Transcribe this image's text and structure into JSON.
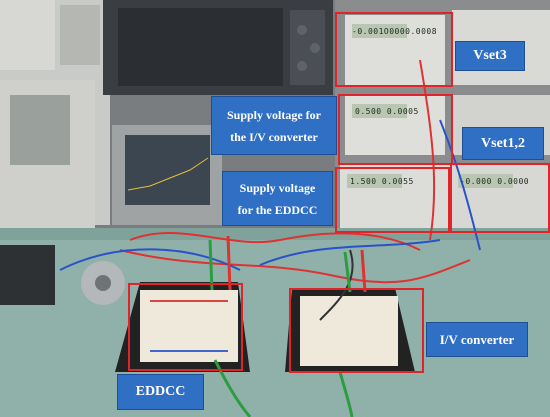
{
  "labels": {
    "vset3": "Vset3",
    "iv_supply": [
      "Supply voltage for",
      "the I/V converter"
    ],
    "vset12": "Vset1,2",
    "eddcc_supply": [
      "Supply voltage",
      "for the EDDCC"
    ],
    "eddcc": "EDDCC",
    "iv_converter": "I/V converter"
  },
  "displays": {
    "top_supply": "-0.001O0000.0008",
    "middle_supply": "0.500 0.0005",
    "bottom_left_supply": "1.500 0.0055",
    "bottom_right_supply": "-0.000 0.0000"
  },
  "colors": {
    "highlight": "#e0242a",
    "callout": "#2f6fc4",
    "bench": "#8fb1a9"
  }
}
